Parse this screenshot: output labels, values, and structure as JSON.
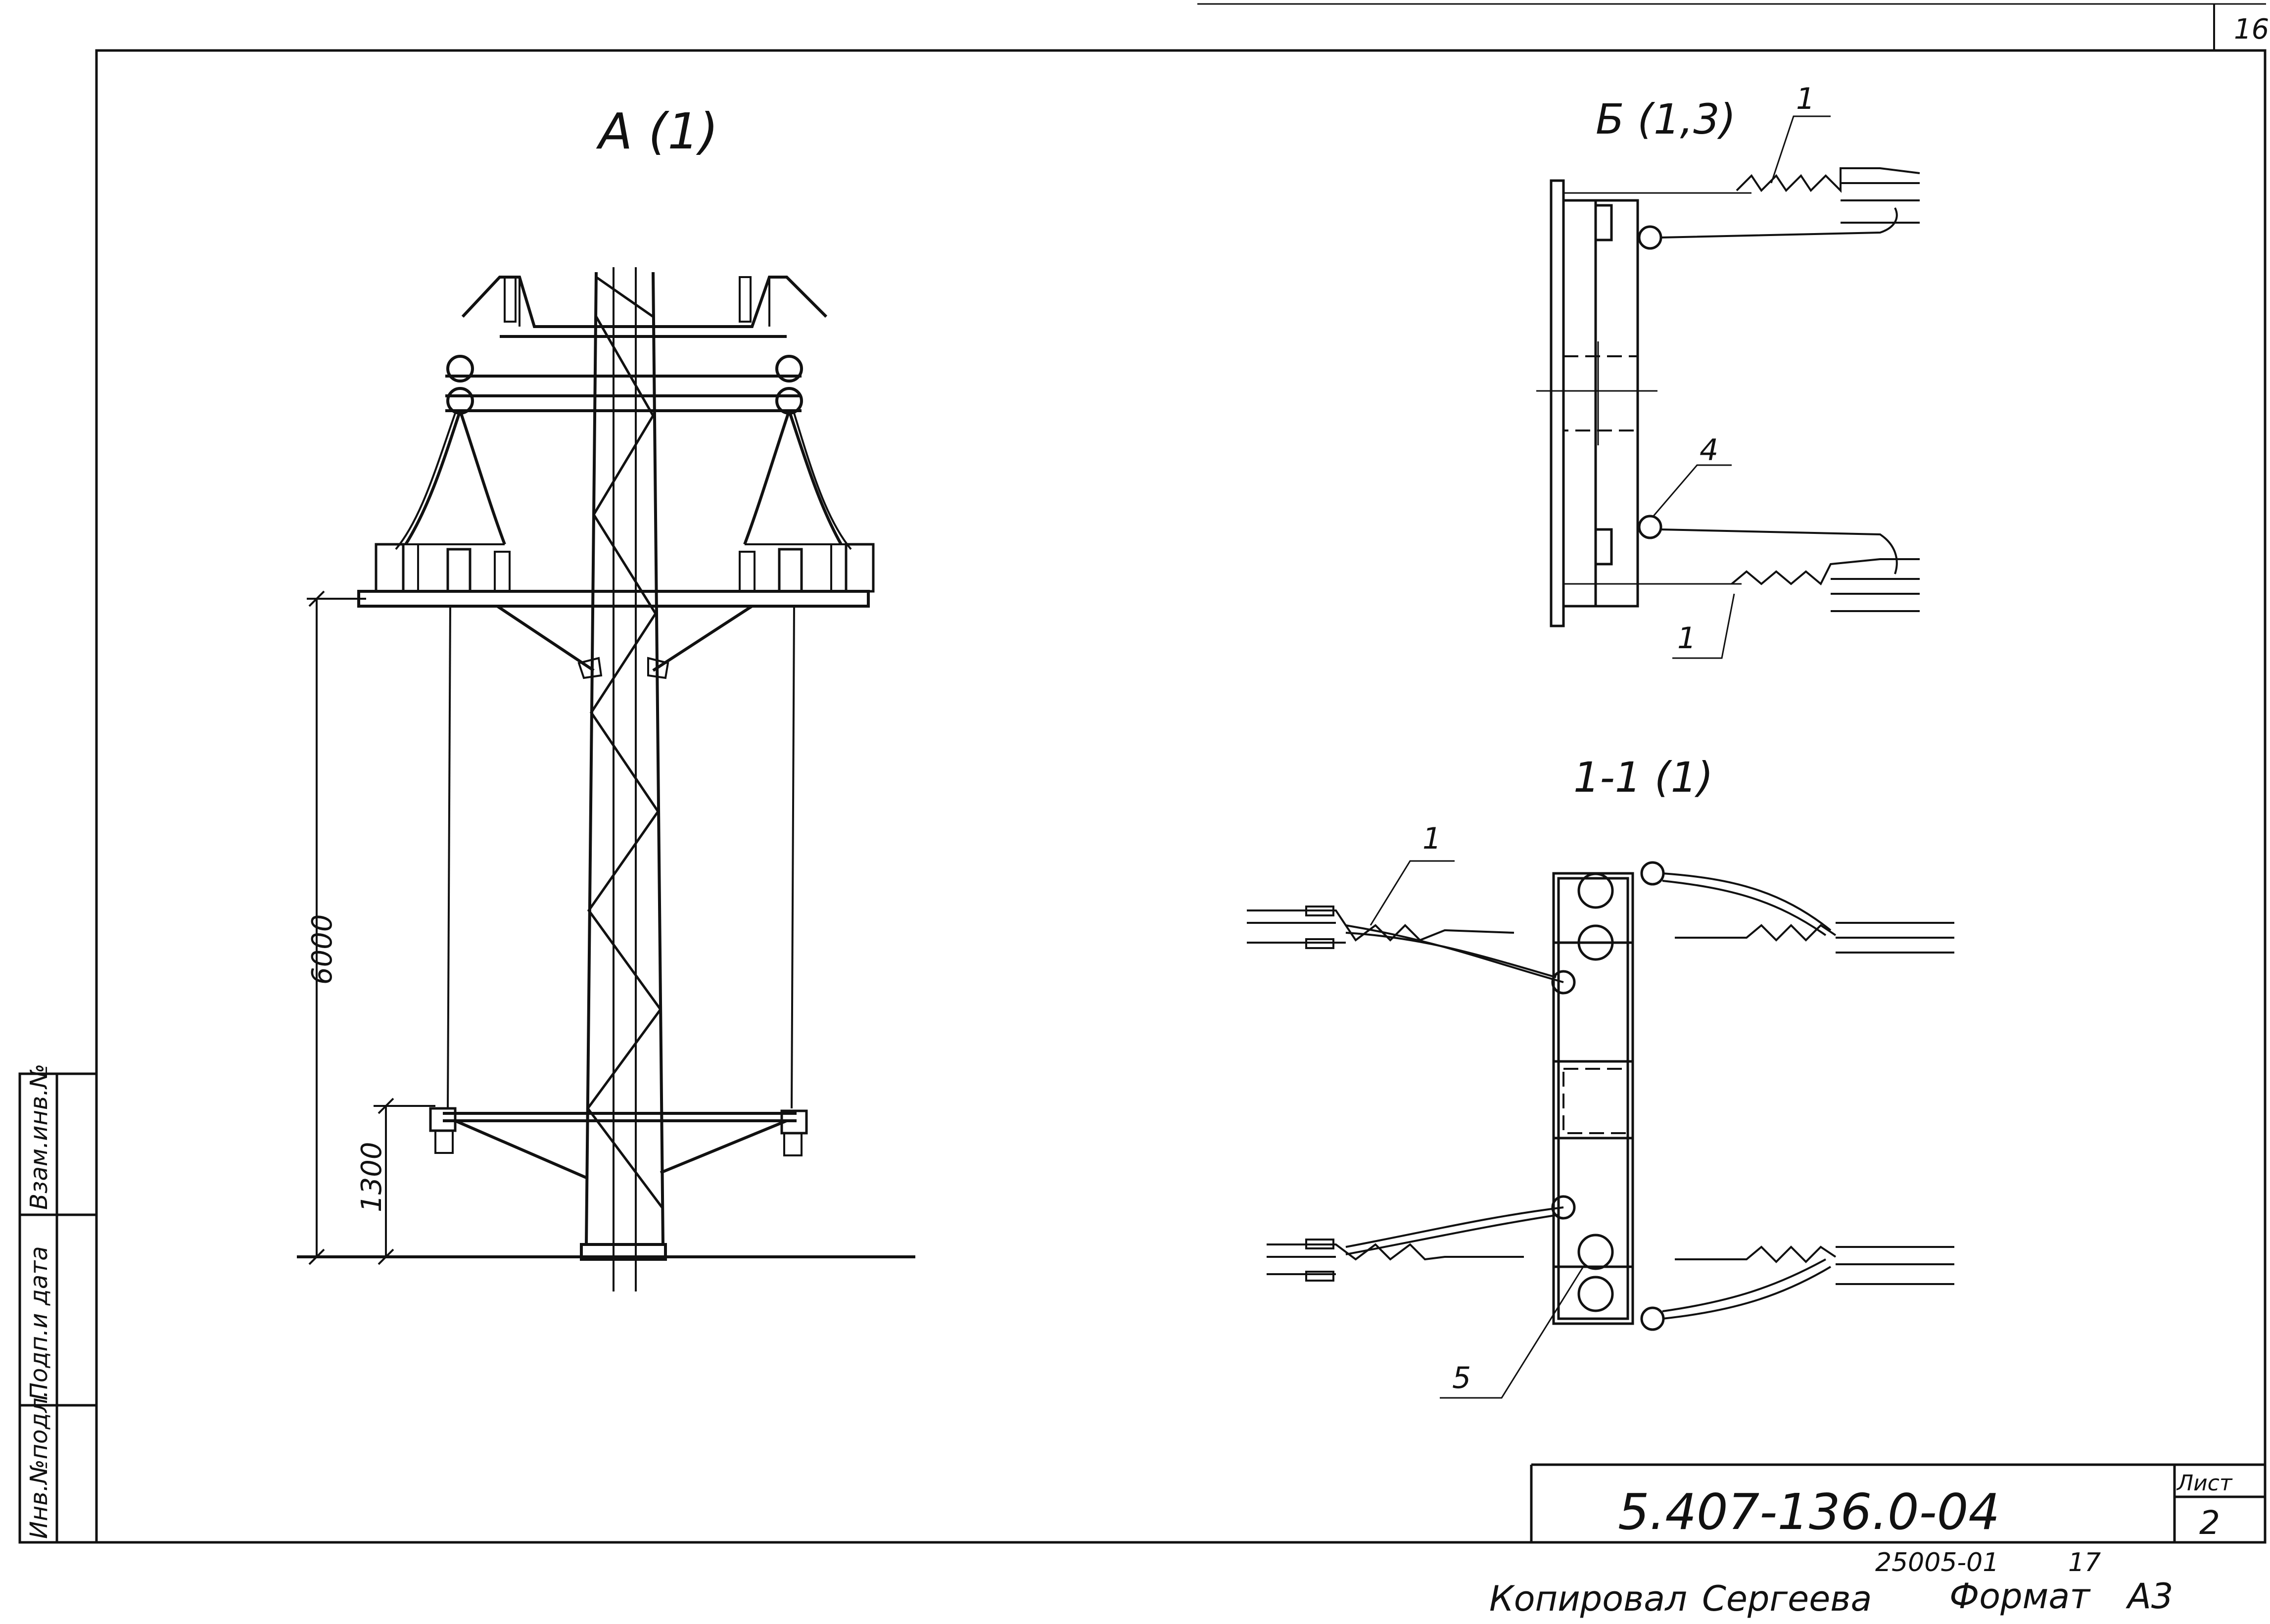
{
  "sheet": {
    "corner_number": "16",
    "document_code": "5.407-136.0-04",
    "sheet_label": "Лист",
    "sheet_number": "2",
    "archive_number": "25005-01",
    "archive_page": "17",
    "copied_by": "Копировал",
    "copier_name": "Сергеева",
    "format_label": "Формат",
    "format_value": "А3"
  },
  "side_stamp": {
    "inv_no": "Инв.№подл.",
    "sign_date": "Подп.и дата",
    "replace_inv": "Взам.инв.№"
  },
  "view_a": {
    "title": "А (1)",
    "dim_total": "6000",
    "dim_lower": "1300"
  },
  "view_b": {
    "title": "Б (1,3)",
    "callout_top": "1",
    "callout_bottom": "1",
    "callout_four": "4"
  },
  "section_11": {
    "title": "1-1 (1)",
    "callout_one": "1",
    "callout_five": "5"
  }
}
